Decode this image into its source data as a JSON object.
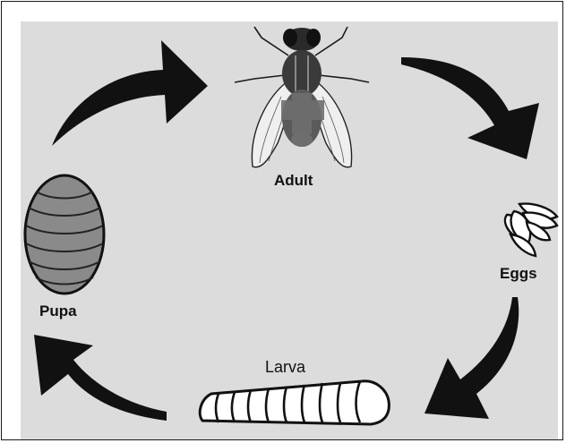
{
  "diagram": {
    "stages": {
      "adult": "Adult",
      "eggs": "Eggs",
      "larva": "Larva",
      "pupa": "Pupa"
    },
    "colors": {
      "background": "#dcdcdc",
      "arrow": "#111111",
      "pupa_fill": "#8a8a8a",
      "fly_marking": "#6e6e6e"
    }
  }
}
